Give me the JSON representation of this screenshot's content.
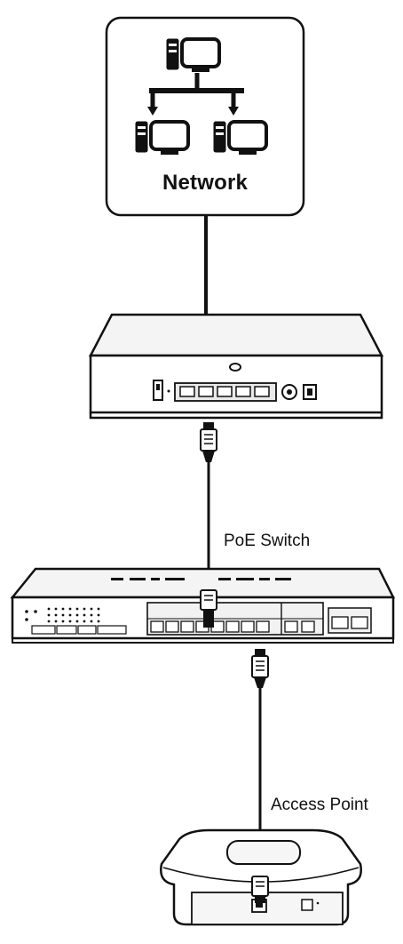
{
  "labels": {
    "network": "Network",
    "poe_switch": "PoE Switch",
    "access_point": "Access Point"
  },
  "colors": {
    "line": "#111111",
    "fill": "#ffffff",
    "shade": "#e9e9e9"
  },
  "icons": [
    "computer-icon",
    "router-icon",
    "ethernet-connector-icon",
    "poe-switch-icon",
    "access-point-icon"
  ]
}
